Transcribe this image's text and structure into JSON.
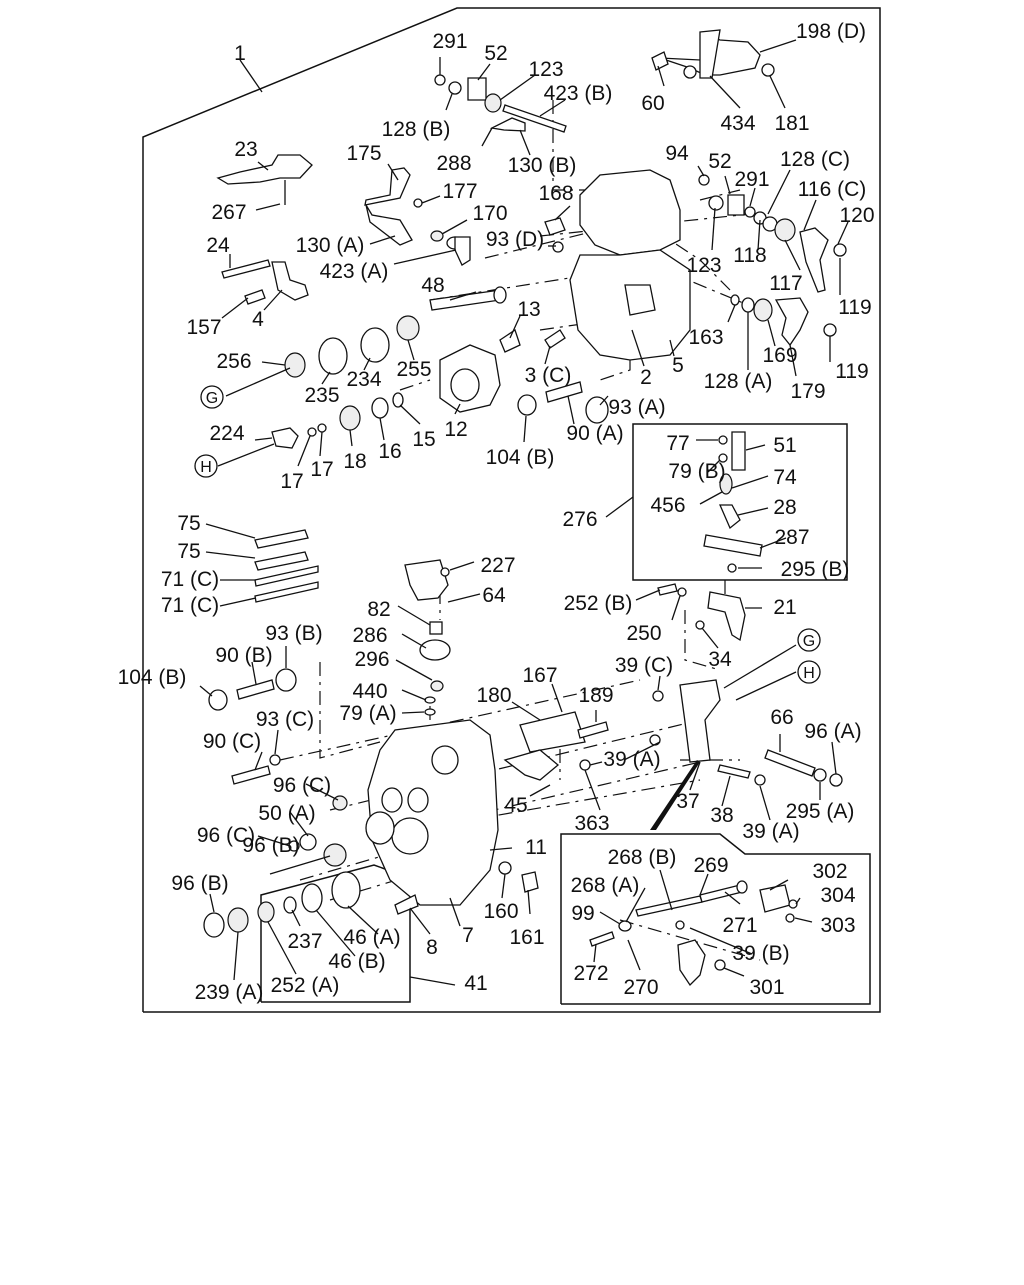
{
  "diagram": {
    "callouts": [
      {
        "text": "1"
      },
      {
        "text": "291"
      },
      {
        "text": "52"
      },
      {
        "text": "123"
      },
      {
        "text": "423 (B)"
      },
      {
        "text": "128 (B)"
      },
      {
        "text": "288"
      },
      {
        "text": "130 (B)"
      },
      {
        "text": "198 (D)"
      },
      {
        "text": "60"
      },
      {
        "text": "434"
      },
      {
        "text": "181"
      },
      {
        "text": "23"
      },
      {
        "text": "175"
      },
      {
        "text": "177"
      },
      {
        "text": "267"
      },
      {
        "text": "170"
      },
      {
        "text": "130 (A)"
      },
      {
        "text": "93 (D)"
      },
      {
        "text": "168"
      },
      {
        "text": "94"
      },
      {
        "text": "52"
      },
      {
        "text": "128 (C)"
      },
      {
        "text": "291"
      },
      {
        "text": "116 (C)"
      },
      {
        "text": "120"
      },
      {
        "text": "24"
      },
      {
        "text": "423 (A)"
      },
      {
        "text": "123"
      },
      {
        "text": "118"
      },
      {
        "text": "117"
      },
      {
        "text": "119"
      },
      {
        "text": "48"
      },
      {
        "text": "157"
      },
      {
        "text": "4"
      },
      {
        "text": "13"
      },
      {
        "text": "163"
      },
      {
        "text": "169"
      },
      {
        "text": "256"
      },
      {
        "text": "235"
      },
      {
        "text": "234"
      },
      {
        "text": "255"
      },
      {
        "text": "3 (C)"
      },
      {
        "text": "2"
      },
      {
        "text": "5"
      },
      {
        "text": "128 (A)"
      },
      {
        "text": "179"
      },
      {
        "text": "119"
      },
      {
        "text": "93 (A)"
      },
      {
        "text": "224"
      },
      {
        "text": "18"
      },
      {
        "text": "16"
      },
      {
        "text": "15"
      },
      {
        "text": "12"
      },
      {
        "text": "90 (A)"
      },
      {
        "text": "104 (B)"
      },
      {
        "text": "17"
      },
      {
        "text": "17"
      },
      {
        "text": "77"
      },
      {
        "text": "51"
      },
      {
        "text": "79 (B)"
      },
      {
        "text": "74"
      },
      {
        "text": "456"
      },
      {
        "text": "28"
      },
      {
        "text": "276"
      },
      {
        "text": "287"
      },
      {
        "text": "295 (B)"
      },
      {
        "text": "75"
      },
      {
        "text": "75"
      },
      {
        "text": "71 (C)"
      },
      {
        "text": "71 (C)"
      },
      {
        "text": "227"
      },
      {
        "text": "64"
      },
      {
        "text": "252 (B)"
      },
      {
        "text": "21"
      },
      {
        "text": "82"
      },
      {
        "text": "250"
      },
      {
        "text": "286"
      },
      {
        "text": "34"
      },
      {
        "text": "93 (B)"
      },
      {
        "text": "90 (B)"
      },
      {
        "text": "296"
      },
      {
        "text": "104 (B)"
      },
      {
        "text": "167"
      },
      {
        "text": "39 (C)"
      },
      {
        "text": "440"
      },
      {
        "text": "180"
      },
      {
        "text": "189"
      },
      {
        "text": "79 (A)"
      },
      {
        "text": "66"
      },
      {
        "text": "93 (C)"
      },
      {
        "text": "96 (A)"
      },
      {
        "text": "90 (C)"
      },
      {
        "text": "39 (A)"
      },
      {
        "text": "96 (C)"
      },
      {
        "text": "45"
      },
      {
        "text": "37"
      },
      {
        "text": "38"
      },
      {
        "text": "295 (A)"
      },
      {
        "text": "50 (A)"
      },
      {
        "text": "363"
      },
      {
        "text": "39 (A)"
      },
      {
        "text": "96 (C)"
      },
      {
        "text": "11"
      },
      {
        "text": "96 (B)"
      },
      {
        "text": "268 (B)"
      },
      {
        "text": "269"
      },
      {
        "text": "302"
      },
      {
        "text": "96 (B)"
      },
      {
        "text": "268 (A)"
      },
      {
        "text": "304"
      },
      {
        "text": "160"
      },
      {
        "text": "161"
      },
      {
        "text": "99"
      },
      {
        "text": "271"
      },
      {
        "text": "303"
      },
      {
        "text": "237"
      },
      {
        "text": "46 (A)"
      },
      {
        "text": "8"
      },
      {
        "text": "7"
      },
      {
        "text": "39 (B)"
      },
      {
        "text": "46 (B)"
      },
      {
        "text": "272"
      },
      {
        "text": "239 (A)"
      },
      {
        "text": "252 (A)"
      },
      {
        "text": "41"
      },
      {
        "text": "270"
      },
      {
        "text": "301"
      }
    ],
    "markers": [
      {
        "text": "G"
      },
      {
        "text": "H"
      },
      {
        "text": "G"
      },
      {
        "text": "H"
      }
    ]
  }
}
